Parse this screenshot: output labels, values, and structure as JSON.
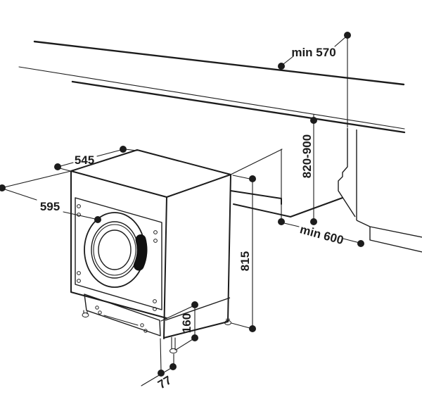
{
  "diagram": {
    "title": "built-in washing machine installation dimensions",
    "labels": {
      "top_depth": "545",
      "front_width": "595",
      "min_clearance_top": "min 570",
      "niche_height": "820-900",
      "appliance_height": "815",
      "min_depth_bottom": "min 600",
      "plinth_height": "160",
      "foot_offset": "77"
    }
  },
  "colors": {
    "line": "#1c1c1c",
    "background": "#ffffff",
    "handle_fill": "#111111"
  }
}
